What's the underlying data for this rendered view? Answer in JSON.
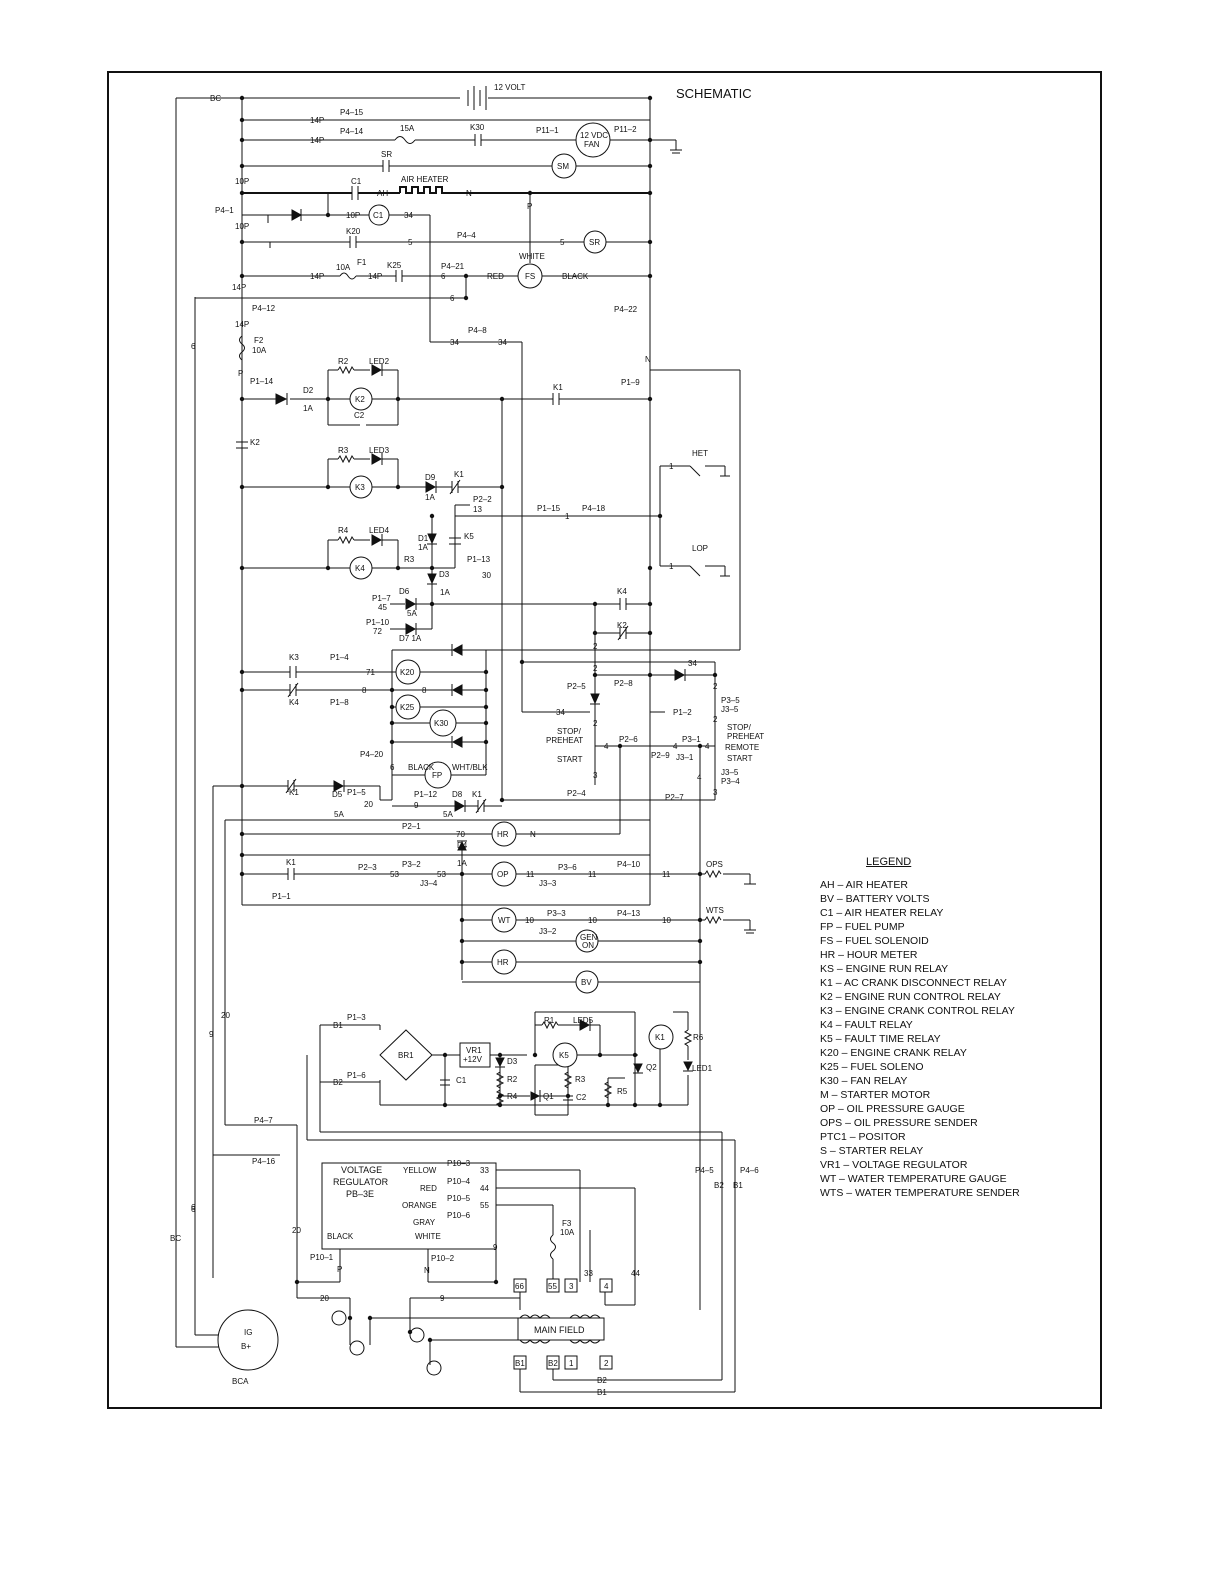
{
  "title": "SCHEMATIC",
  "labels": {
    "bc_top": "BC",
    "bc_left": "BC",
    "volt12": "12 VOLT",
    "p4_15": "P4–15",
    "p4_14": "P4–14",
    "p14_a": "14P",
    "p14_b": "14P",
    "f15a": "15A",
    "k30": "K30",
    "p11_1": "P11–1",
    "p11_2": "P11–2",
    "fan_a": "12 VDC",
    "fan_b": "FAN",
    "sr_top": "SR",
    "sm": "SM",
    "p10_a": "10P",
    "p10_b": "10P",
    "p4_1": "P4–1",
    "c1": "C1",
    "ah": "AH",
    "air_heater": "AIR HEATER",
    "n_ah": "N",
    "p10_c": "10P",
    "c1_coil": "C1",
    "w34_a": "34",
    "p_sol": "P",
    "k20": "K20",
    "w5_a": "5",
    "p4_4": "P4–4",
    "w5_b": "5",
    "sr_coil": "SR",
    "white_top": "WHITE",
    "f1": "F1",
    "f10a": "10A",
    "p14_c": "14P",
    "k25": "K25",
    "p14_d": "14P",
    "p4_21": "P4–21",
    "w6_a": "6",
    "red_top": "RED",
    "fs": "FS",
    "black_top": "BLACK",
    "w6_b": "6",
    "p14_e": "14P",
    "p4_12": "P4–12",
    "p4_22": "P4–22",
    "p14_f": "14P",
    "p4_8": "P4–8",
    "w34_b": "34",
    "w34_c": "34",
    "f2": "F2",
    "f2_10a": "10A",
    "w6_c": "6",
    "n_mid": "N",
    "p_mid": "P",
    "r2": "R2",
    "led2": "LED2",
    "p1_14": "P1–14",
    "p1_9": "P1–9",
    "d2": "D2",
    "d2_1a": "1A",
    "k2_coil": "K2",
    "k1_no": "K1",
    "c2": "C2",
    "k2_no": "K2",
    "het": "HET",
    "het_1": "1",
    "r3": "R3",
    "led3": "LED3",
    "d9": "D9",
    "k1_nc_a": "K1",
    "k3_coil": "K3",
    "d9_1a": "1A",
    "p2_2": "P2–2",
    "w13": "13",
    "p1_15": "P1–15",
    "w1_a": "1",
    "p4_18": "P4–18",
    "r4": "R4",
    "led4": "LED4",
    "d1": "D1",
    "d1_1a": "1A",
    "k5": "K5",
    "k4_coil": "K4",
    "r3b": "R3",
    "p1_13": "P1–13",
    "lop": "LOP",
    "lop_1": "1",
    "w30": "30",
    "d3": "D3",
    "d3_1a": "1A",
    "p1_7": "P1–7",
    "w45": "45",
    "d6": "D6",
    "d6_5a": "5A",
    "k4_no": "K4",
    "p1_10": "P1–10",
    "w72": "72",
    "d7": "D7 1A",
    "k2_nc": "K2",
    "k3_no": "K3",
    "p1_4": "P1–4",
    "w71": "71",
    "k20_coil": "K20",
    "w34_d": "34",
    "k4_nc": "K4",
    "p1_8": "P1–8",
    "w8_a": "8",
    "w8_b": "8",
    "p2_5": "P2–5",
    "p2_8": "P2–8",
    "k25_coil": "K25",
    "k30_coil": "K30",
    "p3_5": "P3–5",
    "j3_5": "J3–5",
    "p1_2": "P1–2",
    "w34_e": "34",
    "stop_a": "STOP/",
    "preheat_a": "PREHEAT",
    "start_a": "START",
    "stop_b": "STOP/",
    "preheat_b": "PREHEAT",
    "remote_b": "REMOTE",
    "start_b": "START",
    "p2_6": "P2–6",
    "p3_1": "P3–1",
    "j3_1": "J3–1",
    "p2_9": "P2–9",
    "p4_20": "P4–20",
    "black_fp": "BLACK",
    "fp": "FP",
    "whtblk": "WHT/BLK",
    "w6_d": "6",
    "w3_a": "3",
    "w3_b": "3",
    "j3_5b": "J3–5",
    "p3_4": "P3–4",
    "w4_a": "4",
    "w4_b": "4",
    "w4_c": "4",
    "w4_d": "4",
    "w2_a": "2",
    "w2_b": "2",
    "w2_c": "2",
    "w2_d": "2",
    "w2_e": "2",
    "k1_nc_b": "K1",
    "d5": "D5",
    "p1_5": "P1–5",
    "w20_a": "20",
    "d5_5a": "5A",
    "p1_12": "P1–12",
    "w9_a": "9",
    "d8": "D8",
    "d8_5a": "5A",
    "k1_nc_c": "K1",
    "p2_4": "P2–4",
    "p2_7": "P2–7",
    "p2_1": "P2–1",
    "w70": "70",
    "hr_a": "HR",
    "n_hr": "N",
    "d4": "D4",
    "d4_1a": "1A",
    "k1_no_b": "K1",
    "p2_3": "P2–3",
    "w53_a": "53",
    "p3_2": "P3–2",
    "j3_4": "J3–4",
    "w53_b": "53",
    "op": "OP",
    "w11_a": "11",
    "p3_6": "P3–6",
    "j3_3": "J3–3",
    "w11_b": "11",
    "p4_10": "P4–10",
    "w11_c": "11",
    "ops": "OPS",
    "p1_1": "P1–1",
    "wt": "WT",
    "w10_a": "10",
    "p3_3": "P3–3",
    "j3_2": "J3–2",
    "w10_b": "10",
    "p4_13": "P4–13",
    "w10_c": "10",
    "wts": "WTS",
    "gen": "GEN",
    "on": "ON",
    "hr_b": "HR",
    "bv": "BV",
    "w8_c": "6",
    "w20_b": "20",
    "w9_b": "9",
    "p1_3": "P1–3",
    "b1_a": "B1",
    "br1": "BR1",
    "vr1": "VR1",
    "vr1_v": "+12V",
    "r1": "R1",
    "led5": "LED5",
    "k1_coil_b": "K1",
    "r6": "R6",
    "d3b": "D3",
    "k5_coil": "K5",
    "q2": "Q2",
    "led1": "LED1",
    "p1_6": "P1–6",
    "b2_a": "B2",
    "c1b": "C1",
    "r2b": "R2",
    "r3c": "R3",
    "r4b": "R4",
    "q1": "Q1",
    "c2b": "C2",
    "r5": "R5",
    "p4_7": "P4–7",
    "p4_16": "P4–16",
    "p4_5": "P4–5",
    "p4_6": "P4–6",
    "b2_b": "B2",
    "b1_b": "B1",
    "vreg_a": "VOLTAGE",
    "vreg_b": "REGULATOR",
    "vreg_c": "PB–3E",
    "yellow": "YELLOW",
    "p10_3": "P10–3",
    "w33_a": "33",
    "red": "RED",
    "p10_4": "P10–4",
    "w44_a": "44",
    "orange": "ORANGE",
    "p10_5": "P10–5",
    "w55_a": "55",
    "gray": "GRAY",
    "p10_6": "P10–6",
    "black_vr": "BLACK",
    "white_vr": "WHITE",
    "p10_1": "P10–1",
    "p_vr": "P",
    "p10_2": "P10–2",
    "n_vr": "N",
    "w20_c": "20",
    "w6_e": "6",
    "w9_c": "9",
    "f3": "F3",
    "f3_10a": "10A",
    "w33_b": "33",
    "w44_b": "44",
    "t66": "66",
    "t55": "55",
    "t3": "3",
    "t4": "4",
    "main_field": "MAIN FIELD",
    "tb1": "B1",
    "tb2": "B2",
    "t1": "1",
    "t2": "2",
    "b2_c": "B2",
    "b1_c": "B1",
    "w20_d": "20",
    "w9_d": "9",
    "ig": "IG",
    "b_plus": "B+",
    "bca": "BCA"
  },
  "legend": {
    "title": "LEGEND",
    "items": [
      "AH – AIR HEATER",
      "BV – BATTERY VOLTS",
      "C1 – AIR HEATER RELAY",
      "FP – FUEL PUMP",
      "FS – FUEL SOLENOID",
      "HR – HOUR METER",
      "KS – ENGINE RUN RELAY",
      "K1 – AC CRANK DISCONNECT RELAY",
      "K2 – ENGINE RUN CONTROL RELAY",
      "K3 – ENGINE CRANK CONTROL RELAY",
      "K4 – FAULT RELAY",
      "K5 – FAULT TIME RELAY",
      "K20 – ENGINE CRANK RELAY",
      "K25 – FUEL SOLENO",
      "K30 – FAN RELAY",
      "M  – STARTER MOTOR",
      "OP – OIL PRESSURE GAUGE",
      "OPS – OIL PRESSURE SENDER",
      "PTC1 – POSITOR",
      "S  – STARTER RELAY",
      "VR1 – VOLTAGE REGULATOR",
      "WT – WATER TEMPERATURE GAUGE",
      "WTS – WATER TEMPERATURE SENDER"
    ]
  }
}
